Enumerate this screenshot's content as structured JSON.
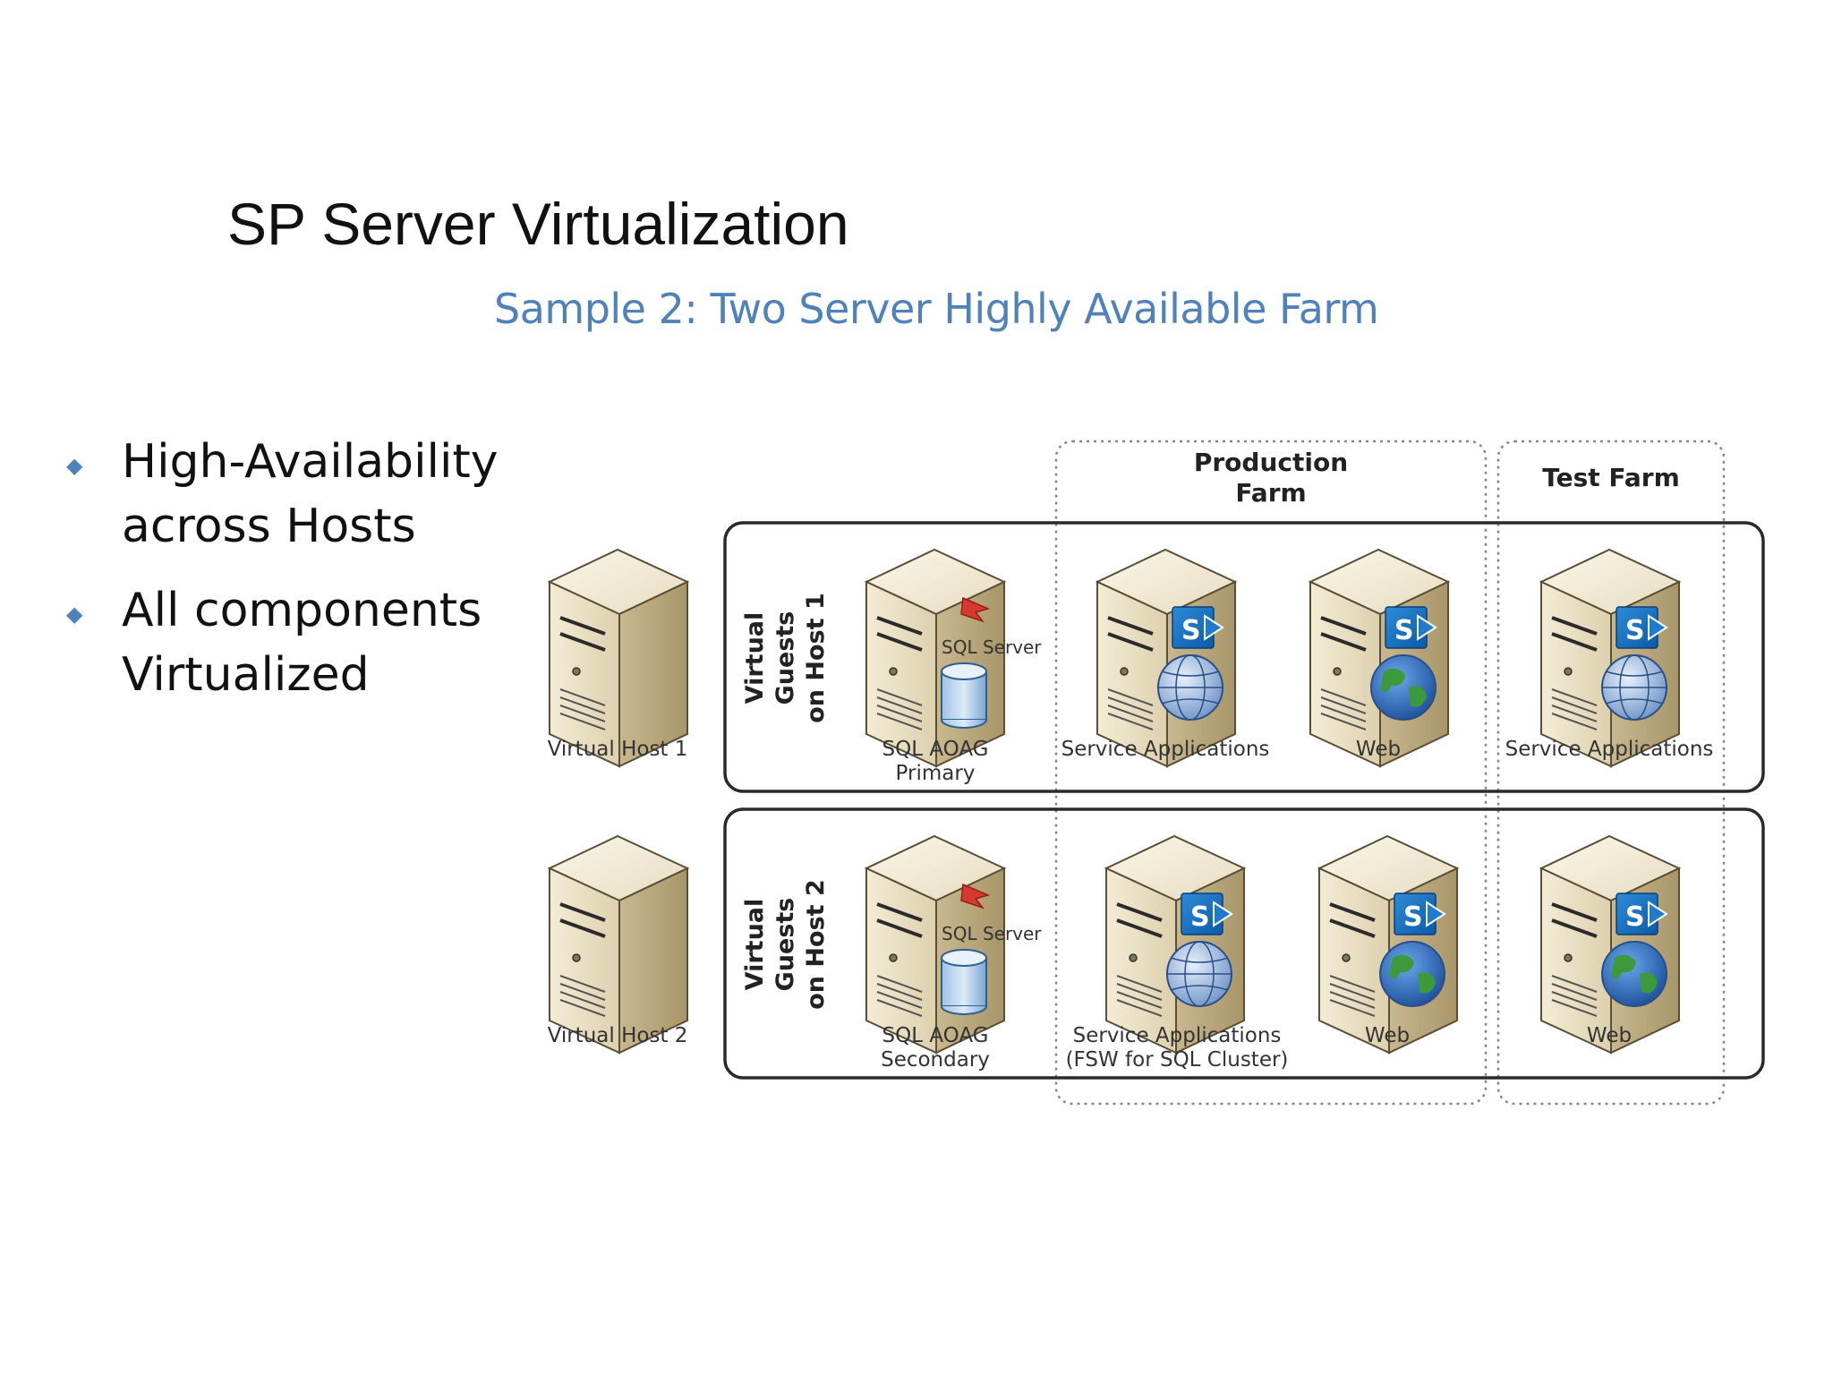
{
  "slide": {
    "title": "SP Server Virtualization",
    "subtitle": "Sample 2: Two Server Highly Available Farm",
    "bullets": [
      "High-Availability across Hosts",
      "All components Virtualized"
    ],
    "bullet_marker": "◆",
    "accent_color": "#4f81bd"
  },
  "diagram": {
    "farm_labels": {
      "production": "Production\nFarm",
      "test": "Test Farm"
    },
    "row1": {
      "guest_label": "Virtual Guests\non Host 1",
      "host": "Virtual Host 1",
      "servers": [
        "SQL AOAG\nPrimary",
        "Service Applications",
        "Web",
        "Service Applications"
      ]
    },
    "row2": {
      "guest_label": "Virtual Guests\non Host 2",
      "host": "Virtual Host 2",
      "servers": [
        "SQL AOAG\nSecondary",
        "Service Applications\n(FSW for SQL Cluster)",
        "Web",
        "Web"
      ]
    },
    "badges": {
      "sql": "SQL Server",
      "sharepoint": "S"
    },
    "icons": [
      "server-icon",
      "sql-server-logo-icon",
      "database-cylinder-icon",
      "sharepoint-icon",
      "globe-icon",
      "earth-globe-icon"
    ]
  }
}
